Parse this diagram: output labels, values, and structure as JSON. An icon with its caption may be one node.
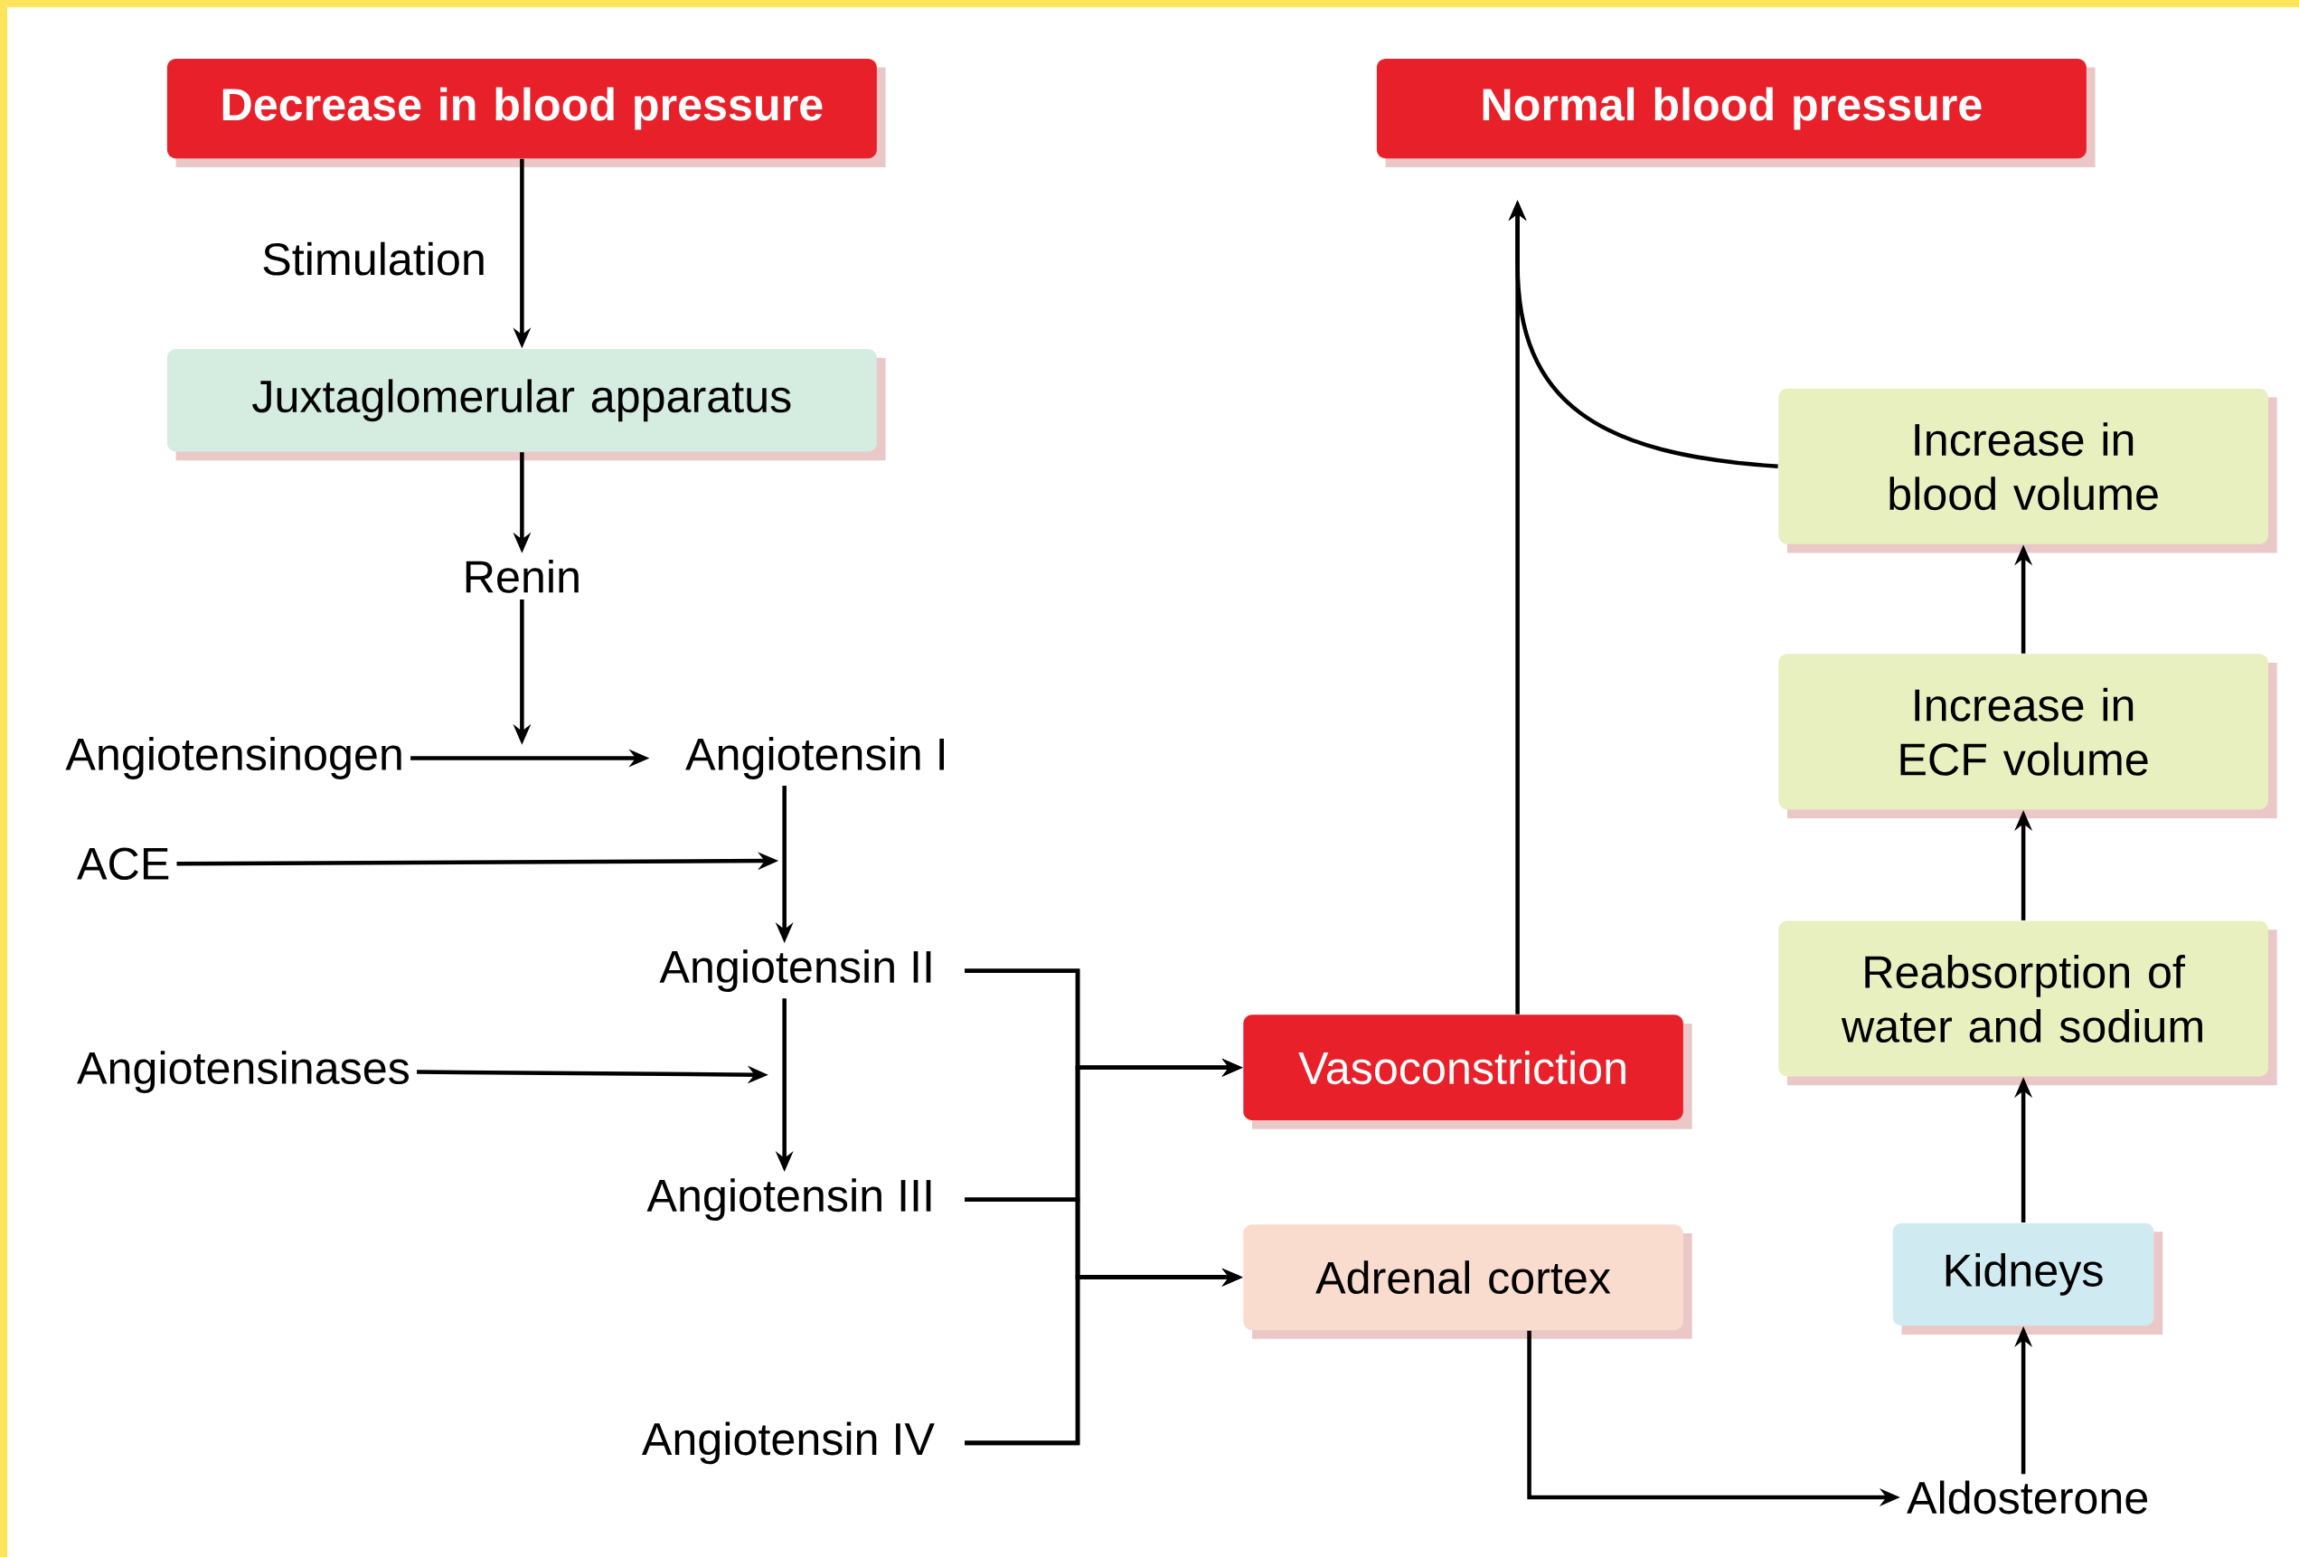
{
  "diagram": {
    "nodes": [
      {
        "text": [
          "Decrease in blood pressure"
        ]
      },
      {
        "text": [
          "Juxtaglomerular apparatus"
        ]
      },
      {
        "text": [
          "Renin"
        ]
      },
      {
        "text": [
          "Angiotensinogen"
        ]
      },
      {
        "text": [
          "Angiotensin I"
        ]
      },
      {
        "text": [
          "ACE"
        ]
      },
      {
        "text": [
          "Angiotensin II"
        ]
      },
      {
        "text": [
          "Angiotensinases"
        ]
      },
      {
        "text": [
          "Angiotensin III"
        ]
      },
      {
        "text": [
          "Angiotensin IV"
        ]
      },
      {
        "text": [
          "Normal blood pressure"
        ]
      },
      {
        "text": [
          "Vasoconstriction"
        ]
      },
      {
        "text": [
          "Adrenal cortex"
        ]
      },
      {
        "text": [
          "Increase in blood volume"
        ]
      },
      {
        "text": [
          "Increase in ECF volume"
        ]
      },
      {
        "text": [
          "Reabsorption of water and sodium"
        ]
      },
      {
        "text": [
          "Kidneys"
        ]
      },
      {
        "text": [
          "Aldosterone"
        ]
      }
    ],
    "edges": [
      {
        "from": 0,
        "to": 1,
        "arrow": "to",
        "label": "Stimulation"
      },
      {
        "from": 1,
        "to": 2,
        "arrow": "to"
      },
      {
        "from": 2,
        "to": null,
        "arrow": "to"
      },
      {
        "from": 3,
        "to": 4,
        "arrow": "to"
      },
      {
        "from": 5,
        "to": null,
        "arrow": "to"
      },
      {
        "from": 4,
        "to": 6,
        "arrow": "to"
      },
      {
        "from": 7,
        "to": null,
        "arrow": "to"
      },
      {
        "from": 6,
        "to": 8,
        "arrow": "to"
      },
      {
        "from": 6,
        "to": 11,
        "arrow": "to"
      },
      {
        "from": 8,
        "to": 11,
        "arrow": "to"
      },
      {
        "from": 9,
        "to": 11,
        "arrow": "to"
      },
      {
        "from": 6,
        "to": 12,
        "arrow": "to"
      },
      {
        "from": 8,
        "to": 12,
        "arrow": "to"
      },
      {
        "from": 9,
        "to": 12,
        "arrow": "to"
      },
      {
        "from": 11,
        "to": 10,
        "arrow": "to"
      },
      {
        "from": 13,
        "to": 10,
        "arrow": "to"
      },
      {
        "from": 12,
        "to": 17,
        "arrow": "to"
      },
      {
        "from": 17,
        "to": 16,
        "arrow": "to"
      },
      {
        "from": 16,
        "to": 15,
        "arrow": "to"
      },
      {
        "from": 15,
        "to": 14,
        "arrow": "to"
      },
      {
        "from": 14,
        "to": 13,
        "arrow": "to"
      }
    ]
  }
}
